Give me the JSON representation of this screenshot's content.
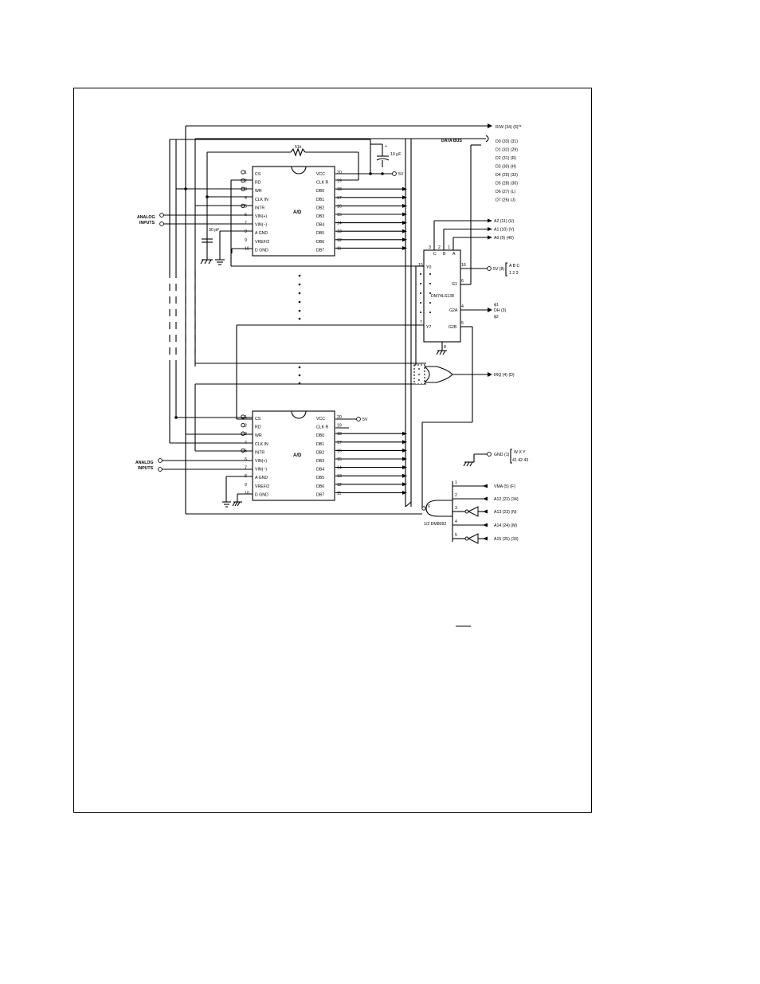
{
  "adc_top": {
    "label": "A/D",
    "left_pins": [
      {
        "num": "1",
        "name": "CS"
      },
      {
        "num": "2",
        "name": "RD"
      },
      {
        "num": "3",
        "name": "WR"
      },
      {
        "num": "4",
        "name": "CLK IN"
      },
      {
        "num": "5",
        "name": "INTR"
      },
      {
        "num": "6",
        "name": "VIN(+)"
      },
      {
        "num": "7",
        "name": "VIN(−)"
      },
      {
        "num": "8",
        "name": "A GND"
      },
      {
        "num": "9",
        "name": "VREF/2"
      },
      {
        "num": "10",
        "name": "D GND"
      }
    ],
    "right_pins": [
      {
        "num": "20",
        "name": "VCC"
      },
      {
        "num": "19",
        "name": "CLK R"
      },
      {
        "num": "18",
        "name": "DB0"
      },
      {
        "num": "17",
        "name": "DB1"
      },
      {
        "num": "16",
        "name": "DB2"
      },
      {
        "num": "15",
        "name": "DB3"
      },
      {
        "num": "14",
        "name": "DB4"
      },
      {
        "num": "13",
        "name": "DB5"
      },
      {
        "num": "12",
        "name": "DB6"
      },
      {
        "num": "11",
        "name": "DB7"
      }
    ],
    "analog_inputs": "ANALOG\nINPUTS"
  },
  "adc_bottom": {
    "label": "A/D",
    "left_pins": [
      {
        "num": "1",
        "name": "CS"
      },
      {
        "num": "2",
        "name": "RD"
      },
      {
        "num": "3",
        "name": "WR"
      },
      {
        "num": "4",
        "name": "CLK IN"
      },
      {
        "num": "5",
        "name": "INTR"
      },
      {
        "num": "6",
        "name": "VIN(+)"
      },
      {
        "num": "7",
        "name": "VIN(−)"
      },
      {
        "num": "8",
        "name": "A GND"
      },
      {
        "num": "9",
        "name": "VREF/2"
      },
      {
        "num": "10",
        "name": "D GND"
      }
    ],
    "right_pins": [
      {
        "num": "20",
        "name": "VCC"
      },
      {
        "num": "19",
        "name": "CLK R"
      },
      {
        "num": "18",
        "name": "DB0"
      },
      {
        "num": "17",
        "name": "DB1"
      },
      {
        "num": "16",
        "name": "DB2"
      },
      {
        "num": "15",
        "name": "DB3"
      },
      {
        "num": "14",
        "name": "DB4"
      },
      {
        "num": "13",
        "name": "DB5"
      },
      {
        "num": "12",
        "name": "DB6"
      },
      {
        "num": "11",
        "name": "DB7"
      }
    ],
    "analog_inputs": "ANALOG\nINPUTS",
    "vcc_label": "5V"
  },
  "components": {
    "resistor": "51k",
    "cap_clock": "30 pF",
    "cap_supply": "10 µF",
    "supply_top": "5V",
    "data_bus": "DATA BUS"
  },
  "bus_signals": {
    "rw": "R/W (34) (6)**",
    "data": [
      "D0 (33) (31)",
      "D1 (32) (29)",
      "D2 (31) (R)",
      "D3 (30) (H)",
      "D4 (29) (32)",
      "D5 (28) (30)",
      "D6 (27) (L)",
      "D7 (26) (J)"
    ]
  },
  "decoder": {
    "name": "DM74LS138",
    "inputs": [
      {
        "sig": "A2 (11) (U)",
        "pin": "3",
        "pin_name": "C"
      },
      {
        "sig": "A1 (10) (V)",
        "pin": "2",
        "pin_name": "B"
      },
      {
        "sig": "A0 (9) (40)",
        "pin": "1",
        "pin_name": "A"
      }
    ],
    "g1_pin": "6",
    "g1_name": "G1",
    "vcc_pin": "16",
    "vcc_label": "5V (8)",
    "vcc_bracket": "A B C\n1 2 3",
    "g2a_pin": "4",
    "g2a_name": "G2A",
    "g2a_sig": "DH (3)",
    "g2a_phi1": "ϕ1",
    "g2a_phi2": "ϕ2",
    "g2b_pin": "5",
    "g2b_name": "G2B",
    "y0_pin": "15",
    "y0_name": "Y0",
    "y7_pin": "7",
    "y7_name": "Y7",
    "gnd_pin": "8"
  },
  "irq": {
    "label": "IRQ (4) (D)"
  },
  "gnd_conn": {
    "label": "GND (1)",
    "bracket": "W X Y\n41 42 43"
  },
  "nand": {
    "name": "1/2 DM8092",
    "out_pin": "6",
    "inputs": [
      {
        "pin": "1",
        "sig": "VMA (5) (F)"
      },
      {
        "pin": "2",
        "sig": "A12 (22) (34)"
      },
      {
        "pin": "3",
        "sig": "A13 (23) (N)"
      },
      {
        "pin": "4",
        "sig": "A14 (24) (M)"
      },
      {
        "pin": "5",
        "sig": "A15 (25) (33)"
      }
    ]
  }
}
